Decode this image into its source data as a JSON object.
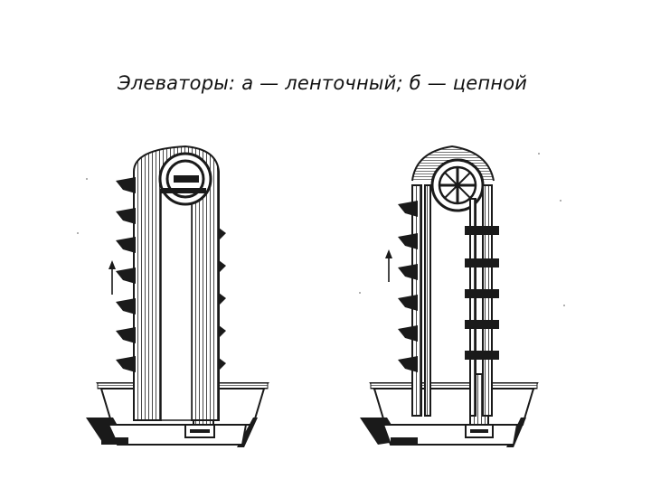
{
  "slide": {
    "title": "Элеваторы: а — ленточный; б — цепной"
  },
  "figure": {
    "left_elevator": {
      "type": "belt",
      "direction_arrow": "up-arrow-icon"
    },
    "right_elevator": {
      "type": "chain",
      "direction_arrow": "up-arrow-icon"
    }
  },
  "colors": {
    "ink": "#1a1a1a",
    "paper": "#ffffff"
  }
}
